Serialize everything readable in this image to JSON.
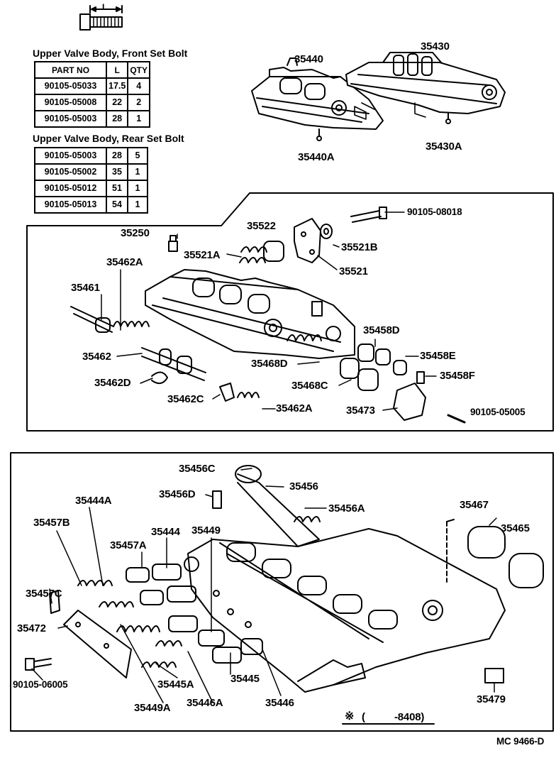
{
  "bolt_icon": {
    "dimension_label": "L"
  },
  "front_table": {
    "title": "Upper Valve Body, Front Set Bolt",
    "headers": [
      "PART NO",
      "L",
      "QTY"
    ],
    "rows": [
      [
        "90105-05033",
        "17.5",
        "4"
      ],
      [
        "90105-05008",
        "22",
        "2"
      ],
      [
        "90105-05003",
        "28",
        "1"
      ]
    ]
  },
  "rear_table": {
    "title": "Upper Valve Body, Rear Set Bolt",
    "rows": [
      [
        "90105-05003",
        "28",
        "5"
      ],
      [
        "90105-05002",
        "35",
        "1"
      ],
      [
        "90105-05012",
        "51",
        "1"
      ],
      [
        "90105-05013",
        "54",
        "1"
      ]
    ]
  },
  "top_labels": {
    "p35440": "35440",
    "p35430": "35430",
    "p35440a": "35440A",
    "p35430a": "35430A"
  },
  "middle_labels": {
    "p90105_08018": "90105-08018",
    "p35522": "35522",
    "p35250": "35250",
    "p35521a": "35521A",
    "p35521b": "35521B",
    "p35521": "35521",
    "p35462a_top": "35462A",
    "p35461": "35461",
    "p35458d": "35458D",
    "p35462": "35462",
    "p35458e": "35458E",
    "p35468d": "35468D",
    "p35458f": "35458F",
    "p35462d": "35462D",
    "p35468c": "35468C",
    "p35462c": "35462C",
    "p35462a_bot": "35462A",
    "p35473": "35473",
    "p90105_05005": "90105-05005"
  },
  "bottom_labels": {
    "p35456c": "35456C",
    "p35456": "35456",
    "p35456d": "35456D",
    "p35456a": "35456A",
    "p35444a": "35444A",
    "p35467": "35467",
    "p35457b": "35457B",
    "p35444": "35444",
    "p35449": "35449",
    "p35465": "35465",
    "p35457a": "35457A",
    "p35457c": "35457C",
    "p35472": "35472",
    "p90105_06005": "90105-06005",
    "p35445a": "35445A",
    "p35445": "35445",
    "p35449a": "35449A",
    "p35446a": "35446A",
    "p35446": "35446",
    "p35479": "35479"
  },
  "note": {
    "symbol": "※",
    "open": "(",
    "range": "-8408)"
  },
  "footer_code": "MC 9466-D"
}
